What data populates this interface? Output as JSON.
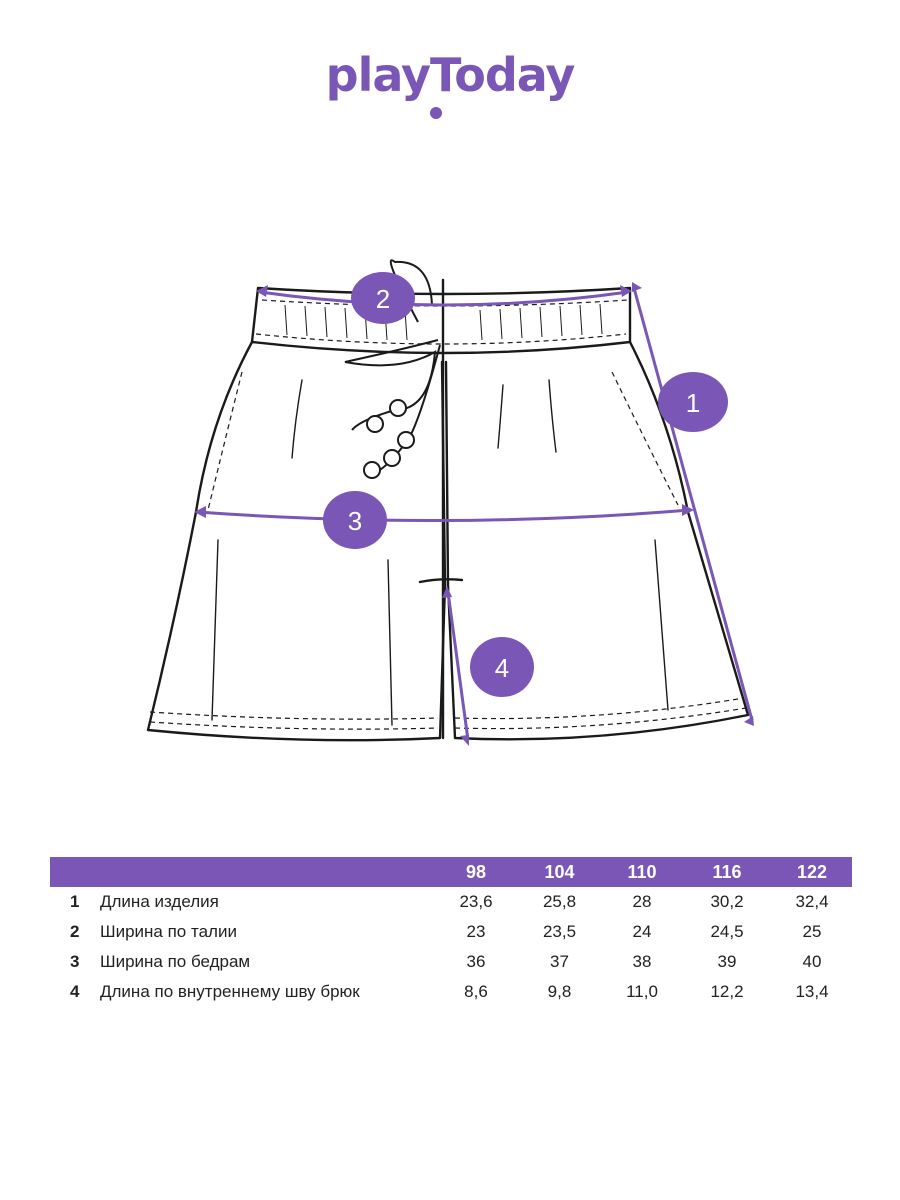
{
  "brand": {
    "logo_text": "playToday",
    "color": "#7a56b6"
  },
  "diagram": {
    "markers": [
      {
        "id": 1,
        "label": "1"
      },
      {
        "id": 2,
        "label": "2"
      },
      {
        "id": 3,
        "label": "3"
      },
      {
        "id": 4,
        "label": "4"
      }
    ],
    "line_color": "#7a56b6",
    "outline_color": "#1a1a1a"
  },
  "size_table": {
    "header_color": "#7a56b6",
    "sizes": [
      "98",
      "104",
      "110",
      "116",
      "122"
    ],
    "rows": [
      {
        "num": "1",
        "label": "Длина изделия",
        "values": [
          "23,6",
          "25,8",
          "28",
          "30,2",
          "32,4"
        ]
      },
      {
        "num": "2",
        "label": "Ширина по талии",
        "values": [
          "23",
          "23,5",
          "24",
          "24,5",
          "25"
        ]
      },
      {
        "num": "3",
        "label": "Ширина по бедрам",
        "values": [
          "36",
          "37",
          "38",
          "39",
          "40"
        ]
      },
      {
        "num": "4",
        "label": "Длина по внутреннему шву брюк",
        "values": [
          "8,6",
          "9,8",
          "11,0",
          "12,2",
          "13,4"
        ]
      }
    ]
  }
}
